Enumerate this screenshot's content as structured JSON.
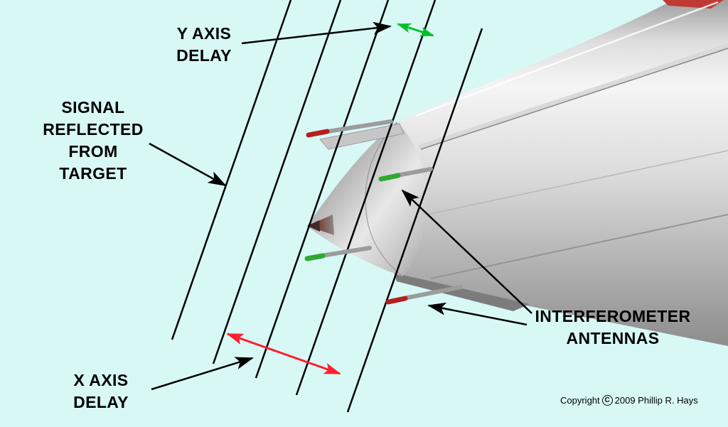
{
  "colors": {
    "background": "#d8f8f6",
    "wavefront": "#000000",
    "annotation_arrow": "#000000",
    "x_delay_arrow": "#ff2030",
    "y_delay_arrow": "#00c222",
    "antenna_red": "#b5201c",
    "antenna_green": "#2fa82f",
    "missile_stripe_red": "#c03a34"
  },
  "labels": {
    "y_axis_delay": {
      "lines": [
        "Y AXIS",
        "DELAY"
      ]
    },
    "signal_reflected": {
      "lines": [
        "SIGNAL",
        "REFLECTED",
        "FROM",
        "TARGET"
      ]
    },
    "x_axis_delay": {
      "lines": [
        "X AXIS",
        "DELAY"
      ]
    },
    "interferometer": {
      "lines": [
        "INTERFEROMETER",
        "ANTENNAS"
      ]
    }
  },
  "copyright": {
    "prefix": "Copyright",
    "symbol": "C",
    "suffix": "2009 Phillip R. Hays"
  },
  "diagram": {
    "wavefront_line_count": 5
  }
}
